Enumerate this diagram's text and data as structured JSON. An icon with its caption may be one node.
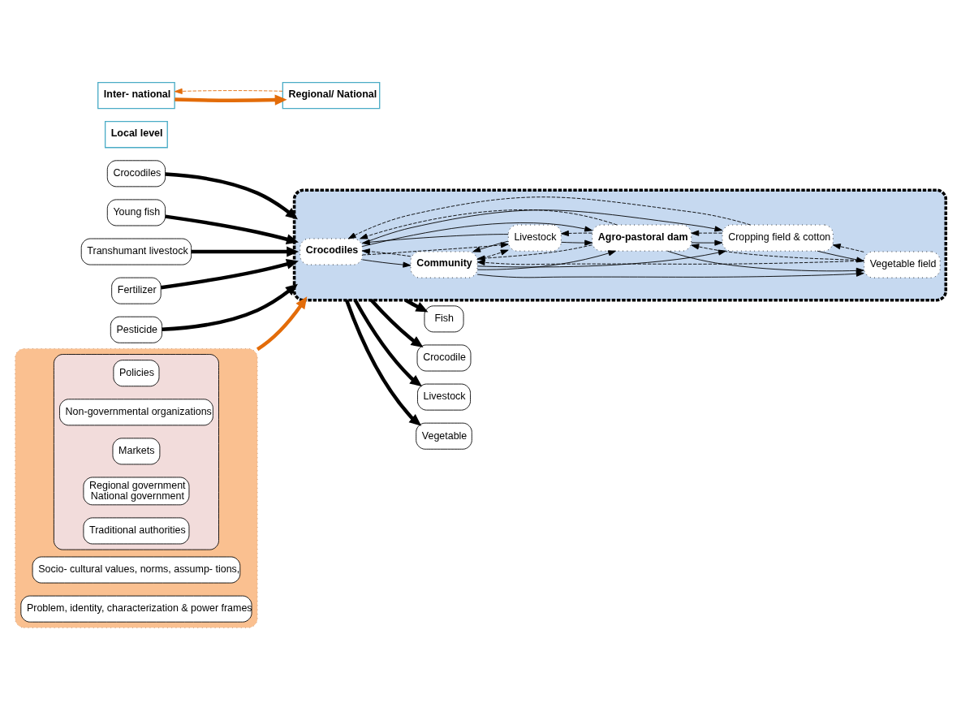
{
  "diagram": {
    "nodes": [
      {
        "text": [
          "Crocodiles"
        ]
      },
      {
        "text": [
          "Young fish"
        ]
      },
      {
        "text": [
          "Transhumant livestock"
        ]
      },
      {
        "text": [
          "Fertilizer"
        ]
      },
      {
        "text": [
          "Pesticide"
        ]
      },
      {
        "text": [],
        "shape": "box"
      },
      {
        "text": [
          "Crocodiles"
        ],
        "in": 5
      },
      {
        "text": [
          "Community"
        ],
        "in": 5
      },
      {
        "text": [
          "Livestock"
        ],
        "in": 5
      },
      {
        "text": [
          "Agro-pastoral dam"
        ],
        "in": 5
      },
      {
        "text": [
          "Cropping field & cotton"
        ],
        "in": 5
      },
      {
        "text": [
          "Vegetable field"
        ],
        "in": 5
      },
      {
        "text": [
          "Fish"
        ]
      },
      {
        "text": [
          "Crocodile"
        ]
      },
      {
        "text": [
          "Livestock"
        ]
      },
      {
        "text": [
          "Vegetable"
        ]
      },
      {
        "text": [
          "Local level"
        ]
      },
      {
        "text": [],
        "shape": "box"
      },
      {
        "text": [],
        "shape": "box",
        "in": 17
      },
      {
        "text": [
          "Policies"
        ],
        "in": 18
      },
      {
        "text": [
          "Non-governmental organizations"
        ],
        "in": 18
      },
      {
        "text": [
          "Markets"
        ],
        "in": 18
      },
      {
        "text": [
          "Regional government",
          "National government"
        ],
        "in": 18
      },
      {
        "text": [
          "Traditional authorities"
        ],
        "in": 18
      },
      {
        "text": [
          "Socio- cultural values, norms, assump- tions,"
        ],
        "in": 17
      },
      {
        "text": [
          "Problem, identity, characterization & power frames"
        ],
        "in": 17
      },
      {
        "text": [
          "Regional/ National"
        ]
      },
      {
        "text": [
          "Inter- national"
        ]
      }
    ],
    "edges": [
      {
        "from": 0,
        "to": 5,
        "arrow": "to",
        "style": "thick"
      },
      {
        "from": 1,
        "to": 5,
        "arrow": "to",
        "style": "thick"
      },
      {
        "from": 2,
        "to": 5,
        "arrow": "to",
        "style": "thick"
      },
      {
        "from": 3,
        "to": 5,
        "arrow": "to",
        "style": "thick"
      },
      {
        "from": 4,
        "to": 5,
        "arrow": "to",
        "style": "thick"
      },
      {
        "from": 5,
        "to": 12,
        "arrow": "to",
        "style": "thick"
      },
      {
        "from": 5,
        "to": 13,
        "arrow": "to",
        "style": "thick"
      },
      {
        "from": 5,
        "to": 14,
        "arrow": "to",
        "style": "thick"
      },
      {
        "from": 5,
        "to": 15,
        "arrow": "to",
        "style": "thick"
      },
      {
        "from": 6,
        "to": 7,
        "arrow": "to"
      },
      {
        "from": 7,
        "to": 6,
        "arrow": "to",
        "style": "dashed"
      },
      {
        "from": 6,
        "to": 8,
        "arrow": "to",
        "style": "dashed"
      },
      {
        "from": 8,
        "to": 6,
        "arrow": "to"
      },
      {
        "from": 8,
        "to": 7,
        "arrow": "to"
      },
      {
        "from": 7,
        "to": 8,
        "arrow": "to",
        "style": "dashed"
      },
      {
        "from": 8,
        "to": 9,
        "arrow": "to"
      },
      {
        "from": 9,
        "to": 8,
        "arrow": "to",
        "style": "dashed"
      },
      {
        "from": 7,
        "to": 10,
        "arrow": "to"
      },
      {
        "from": 6,
        "to": 10,
        "arrow": "to"
      },
      {
        "from": 10,
        "to": 6,
        "arrow": "to",
        "style": "dashed"
      },
      {
        "from": 6,
        "to": 9,
        "arrow": "to"
      },
      {
        "from": 9,
        "to": 6,
        "arrow": "to",
        "style": "dashed"
      },
      {
        "from": 7,
        "to": 9,
        "arrow": "to"
      },
      {
        "from": 9,
        "to": 7,
        "arrow": "to",
        "style": "dashed"
      },
      {
        "from": 7,
        "to": 11,
        "arrow": "to"
      },
      {
        "from": 11,
        "to": 7,
        "arrow": "to",
        "style": "dashed"
      },
      {
        "from": 9,
        "to": 10,
        "arrow": "to"
      },
      {
        "from": 10,
        "to": 9,
        "arrow": "to",
        "style": "dashed"
      },
      {
        "from": 9,
        "to": 11,
        "arrow": "to"
      },
      {
        "from": 11,
        "to": 9,
        "arrow": "to",
        "style": "dashed"
      },
      {
        "from": 10,
        "to": 11,
        "arrow": "to"
      },
      {
        "from": 11,
        "to": 10,
        "arrow": "to",
        "style": "dashed"
      },
      {
        "from": 17,
        "to": 5,
        "arrow": "to",
        "style": "thick",
        "color": "#e36c09"
      },
      {
        "from": 27,
        "to": 26,
        "arrow": "to",
        "style": "thick",
        "color": "#e36c09"
      },
      {
        "from": 26,
        "to": 27,
        "arrow": "to",
        "style": "dashed",
        "color": "#e36c09"
      }
    ]
  }
}
